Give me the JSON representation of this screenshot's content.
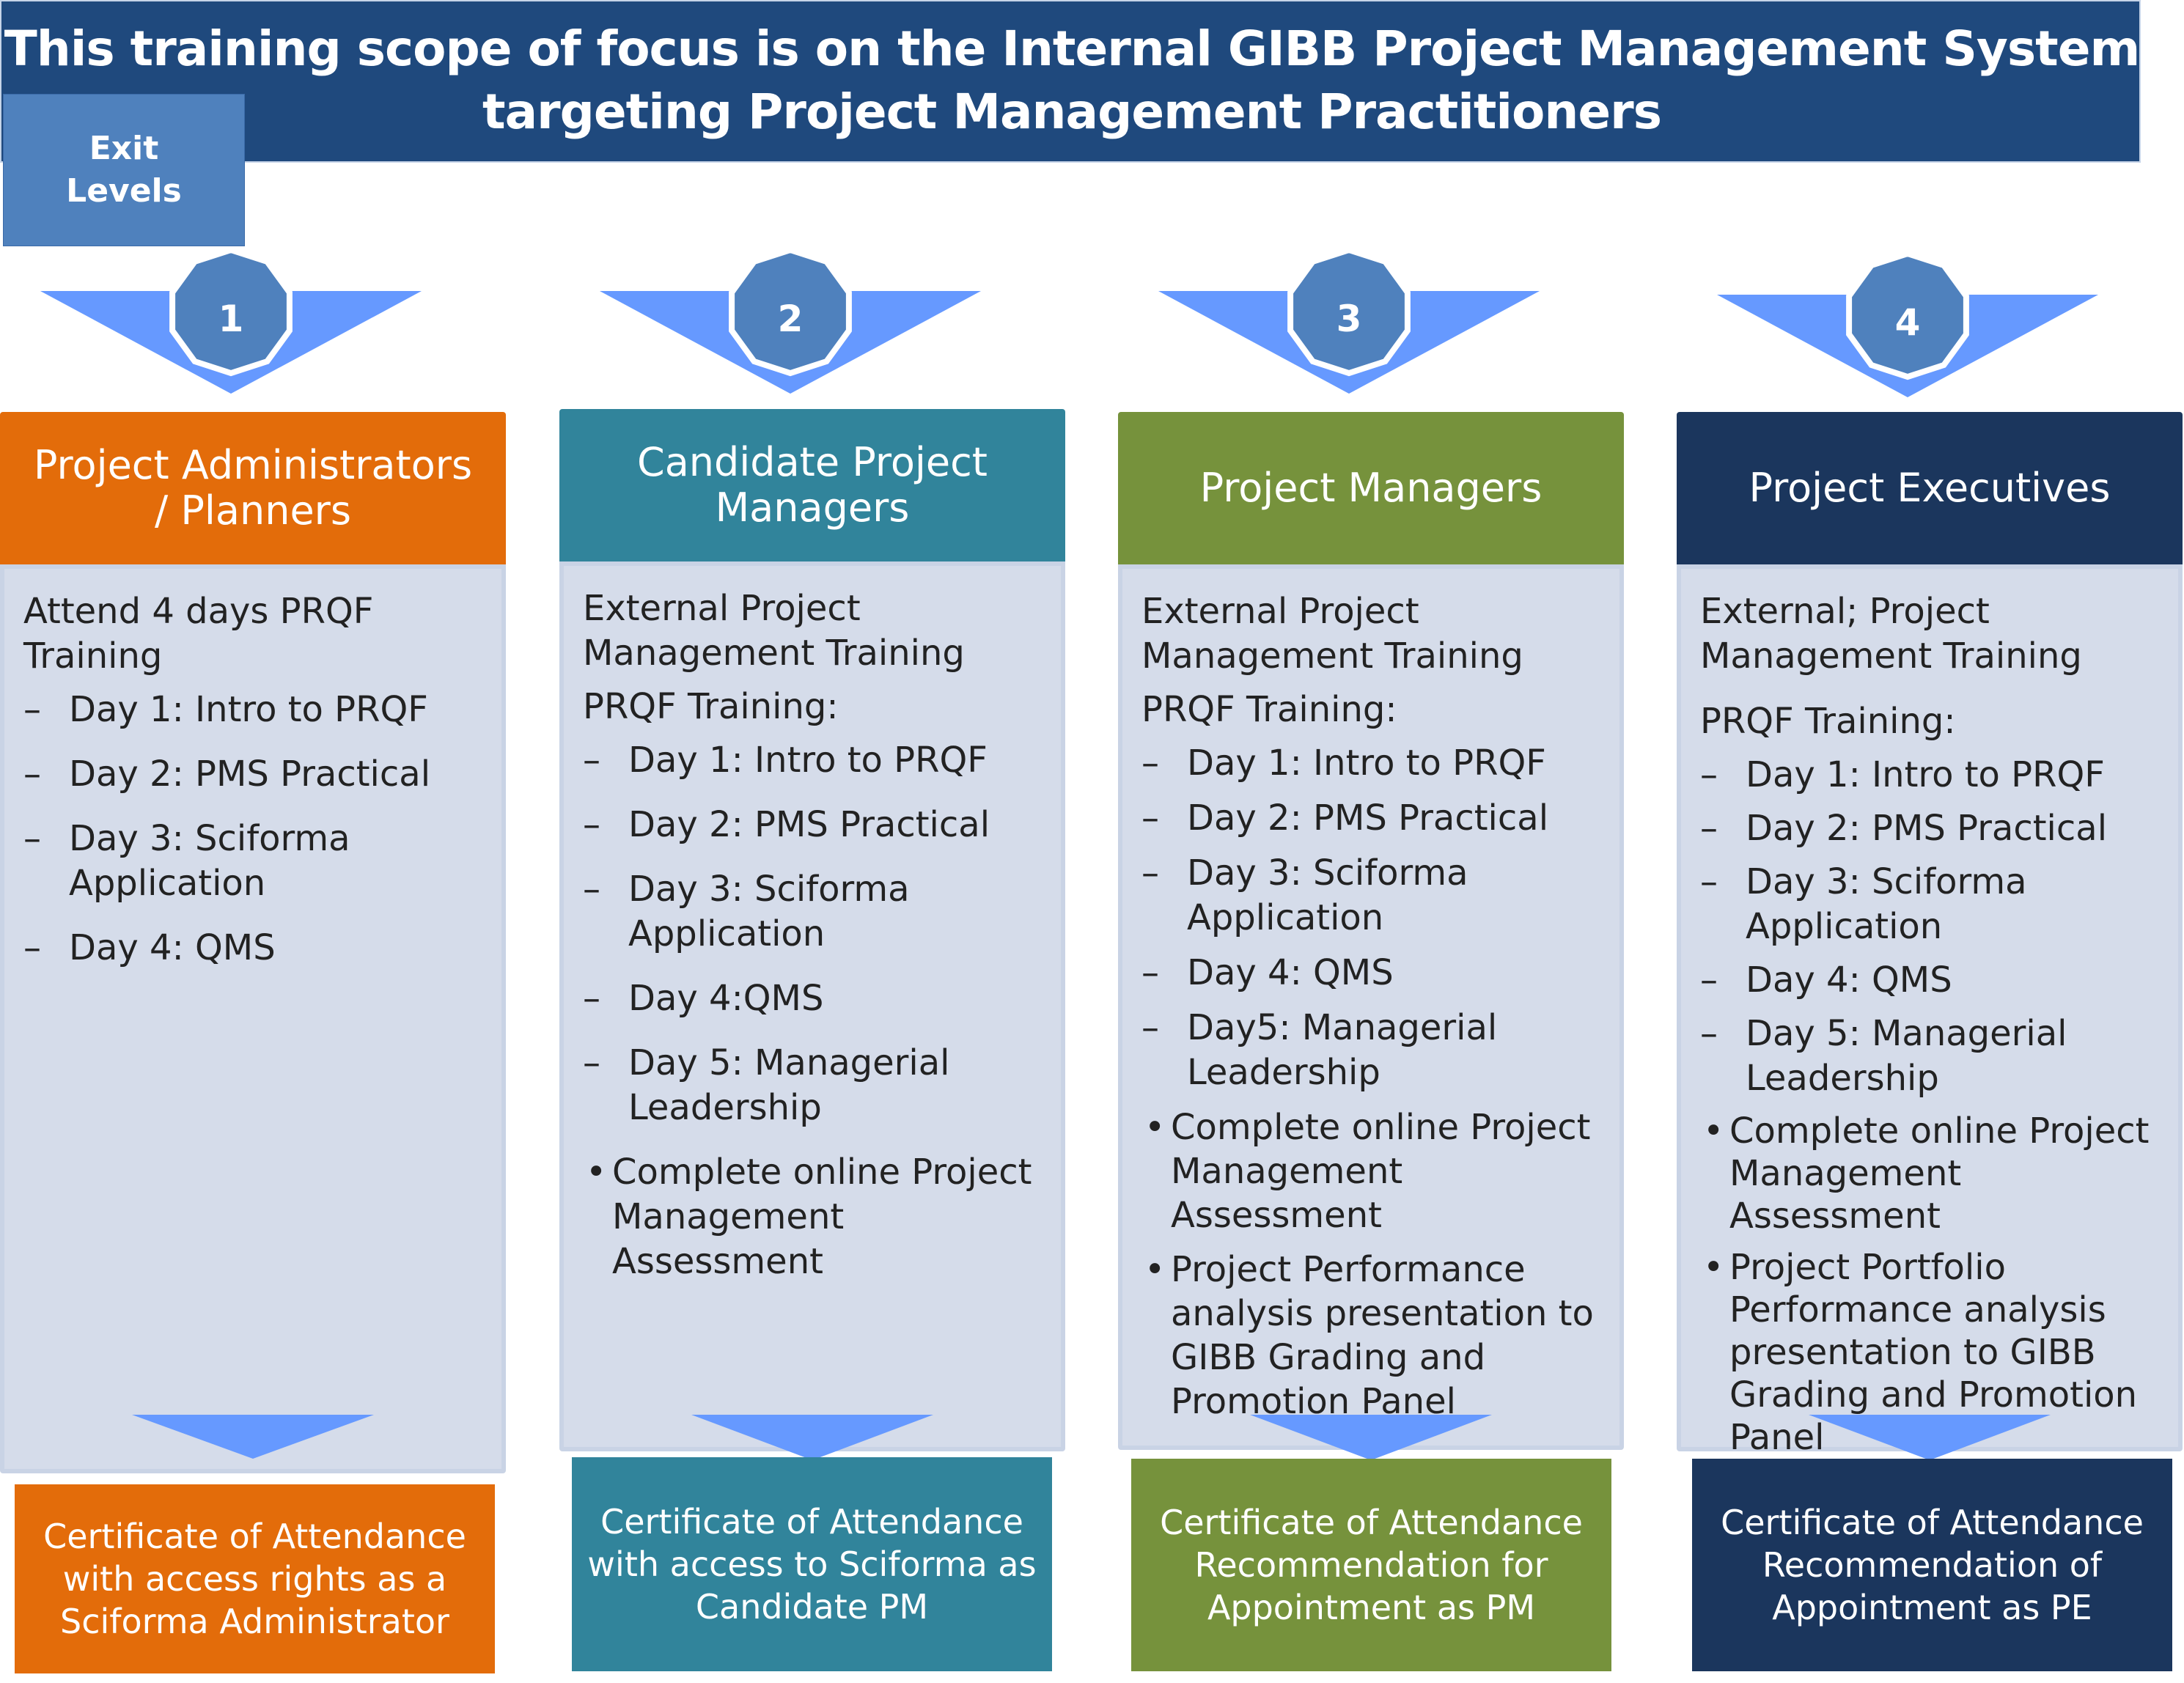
{
  "banner": {
    "title_line1": "This training scope of focus is on the Internal GIBB Project Management System",
    "title_line2": "targeting Project Management Practitioners"
  },
  "exit_levels": {
    "label": "Exit Levels"
  },
  "colors": {
    "banner": "#1f497d",
    "exit_box": "#4f81bd",
    "badge": "#4f81bd",
    "arrow": "#6699ff",
    "body": "#d5dcea",
    "level1": "#e36c0a",
    "level2": "#31849b",
    "level3": "#76923c",
    "level4": "#1b365d"
  },
  "levels": [
    {
      "number": "1",
      "title": "Project Administrators / Planners",
      "intro": [
        "Attend 4 days PRQF Training"
      ],
      "days": [
        "Day 1: Intro to PRQF",
        "Day 2: PMS Practical",
        "Day 3: Sciforma Application",
        "Day 4: QMS"
      ],
      "bullets": [],
      "certificate": "Certificate of Attendance with access rights as a Sciforma Administrator"
    },
    {
      "number": "2",
      "title": "Candidate Project Managers",
      "intro": [
        "External Project Management Training",
        "PRQF Training:"
      ],
      "days": [
        "Day 1: Intro to PRQF",
        "Day 2: PMS Practical",
        "Day 3: Sciforma Application",
        "Day 4:QMS",
        "Day 5: Managerial Leadership"
      ],
      "bullets": [
        "Complete online Project Management Assessment"
      ],
      "certificate": "Certificate of Attendance with access to Sciforma as Candidate PM"
    },
    {
      "number": "3",
      "title": "Project Managers",
      "intro": [
        "External Project Management Training",
        "PRQF Training:"
      ],
      "days": [
        "Day 1: Intro to PRQF",
        "Day 2: PMS Practical",
        "Day 3: Sciforma Application",
        "Day 4: QMS",
        "Day5: Managerial Leadership"
      ],
      "bullets": [
        "Complete online Project Management Assessment",
        "Project Performance analysis presentation to GIBB Grading and Promotion Panel"
      ],
      "certificate": "Certificate of Attendance Recommendation for Appointment as PM"
    },
    {
      "number": "4",
      "title": "Project Executives",
      "intro": [
        "External; Project Management Training",
        "PRQF Training:"
      ],
      "days": [
        "Day 1: Intro to PRQF",
        "Day 2: PMS Practical",
        "Day 3: Sciforma Application",
        "Day 4: QMS",
        "Day 5: Managerial Leadership"
      ],
      "bullets": [
        "Complete online Project Management Assessment",
        "Project Portfolio Performance analysis presentation to GIBB Grading and Promotion Panel"
      ],
      "certificate": "Certificate of Attendance Recommendation of Appointment as PE"
    }
  ],
  "glyphs": {
    "dash": "–",
    "bullet": "•"
  }
}
